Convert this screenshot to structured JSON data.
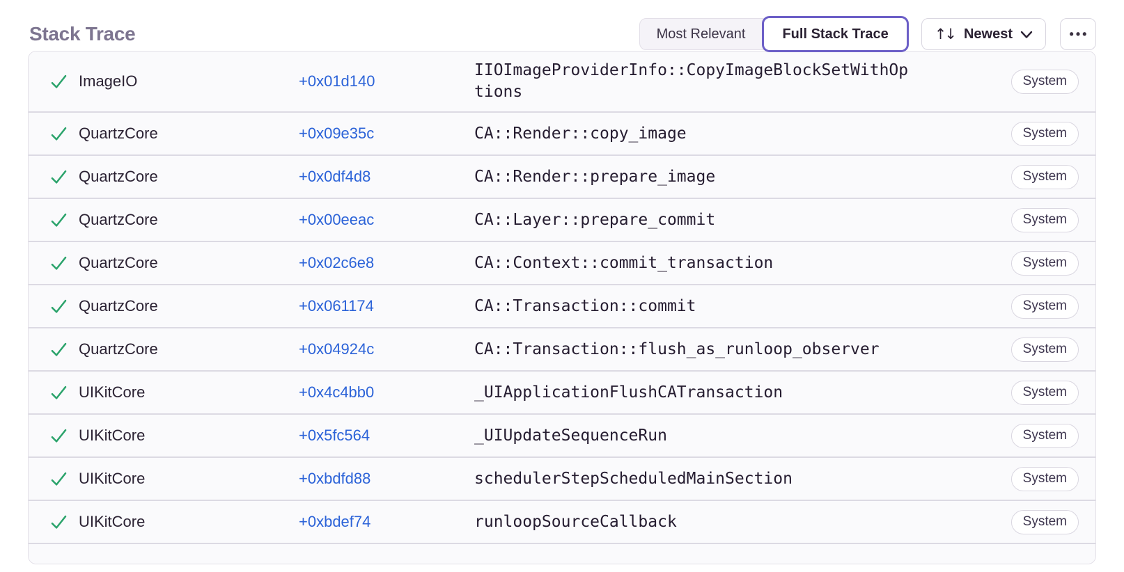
{
  "header": {
    "title": "Stack Trace",
    "view_toggle": {
      "options": [
        {
          "label": "Most Relevant",
          "active": false
        },
        {
          "label": "Full Stack Trace",
          "active": true
        }
      ]
    },
    "sort": {
      "label": "Newest"
    },
    "more_label": "•••"
  },
  "icons": {
    "sort": "↑↓",
    "check": "check-icon",
    "chevron_down": "chevron-down-icon",
    "more": "ellipsis-icon"
  },
  "colors": {
    "accent_purple": "#6C5FC7",
    "address_blue": "#2C63D8",
    "check_green": "#2BA36B",
    "title_gray": "#7D7590",
    "text_dark": "#2B2233",
    "row_background": "#FAFAFC",
    "divider": "#DCDAE3",
    "panel_border": "#E2DFE7"
  },
  "frames": [
    {
      "module": "ImageIO",
      "address": "+0x01d140",
      "function": "IIOImageProviderInfo::CopyImageBlockSetWithOptions",
      "badge": "System"
    },
    {
      "module": "QuartzCore",
      "address": "+0x09e35c",
      "function": "CA::Render::copy_image",
      "badge": "System"
    },
    {
      "module": "QuartzCore",
      "address": "+0x0df4d8",
      "function": "CA::Render::prepare_image",
      "badge": "System"
    },
    {
      "module": "QuartzCore",
      "address": "+0x00eeac",
      "function": "CA::Layer::prepare_commit",
      "badge": "System"
    },
    {
      "module": "QuartzCore",
      "address": "+0x02c6e8",
      "function": "CA::Context::commit_transaction",
      "badge": "System"
    },
    {
      "module": "QuartzCore",
      "address": "+0x061174",
      "function": "CA::Transaction::commit",
      "badge": "System"
    },
    {
      "module": "QuartzCore",
      "address": "+0x04924c",
      "function": "CA::Transaction::flush_as_runloop_observer",
      "badge": "System"
    },
    {
      "module": "UIKitCore",
      "address": "+0x4c4bb0",
      "function": "_UIApplicationFlushCATransaction",
      "badge": "System"
    },
    {
      "module": "UIKitCore",
      "address": "+0x5fc564",
      "function": "_UIUpdateSequenceRun",
      "badge": "System"
    },
    {
      "module": "UIKitCore",
      "address": "+0xbdfd88",
      "function": "schedulerStepScheduledMainSection",
      "badge": "System"
    },
    {
      "module": "UIKitCore",
      "address": "+0xbdef74",
      "function": "runloopSourceCallback",
      "badge": "System"
    }
  ]
}
